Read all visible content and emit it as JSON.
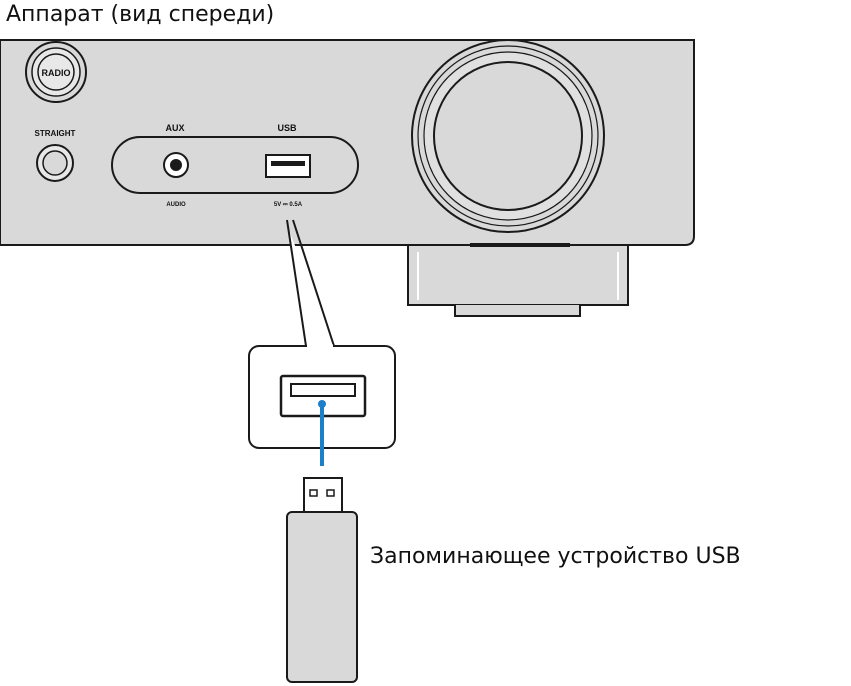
{
  "title": "Аппарат (вид спереди)",
  "front_panel": {
    "radio_button": "RADIO",
    "straight_button": "STRAIGHT",
    "aux_label": "AUX",
    "aux_sublabel": "AUDIO",
    "usb_label": "USB",
    "usb_rating": "5V ⎓ 0.5A"
  },
  "device_label": "Запоминающее устройство USB",
  "colors": {
    "panel": "#d9d9d9",
    "outline": "#1a1a1a",
    "cable": "#1e7fc9"
  }
}
